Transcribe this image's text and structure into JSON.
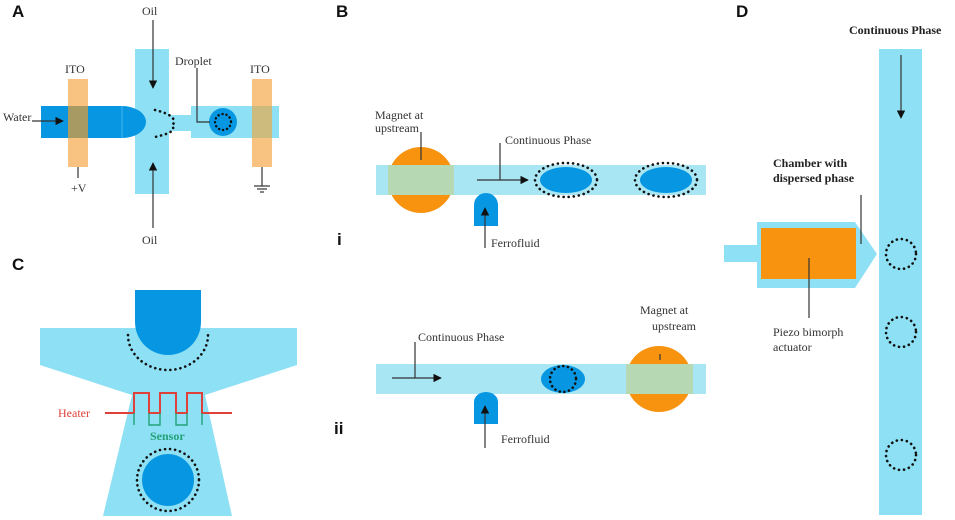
{
  "figure": {
    "panels": {
      "A": {
        "label": "A",
        "oil_top": "Oil",
        "oil_bottom": "Oil",
        "ito_left": "ITO",
        "ito_right": "ITO",
        "droplet": "Droplet",
        "water": "Water",
        "voltage": "+V",
        "icons": [
          "arrow-right-icon",
          "arrow-down-icon",
          "arrow-up-icon",
          "ground-icon"
        ]
      },
      "B": {
        "label": "B",
        "sub_i": {
          "label": "i",
          "magnet": [
            "Magnet at",
            "upstream"
          ],
          "continuous_phase": "Continuous Phase",
          "ferrofluid": "Ferrofluid"
        },
        "sub_ii": {
          "label": "ii",
          "magnet": [
            "Magnet at",
            "upstream"
          ],
          "continuous_phase": "Continuous Phase",
          "ferrofluid": "Ferrofluid"
        }
      },
      "C": {
        "label": "C",
        "heater": "Heater",
        "sensor": "Sensor"
      },
      "D": {
        "label": "D",
        "continuous_phase": "Continuous Phase",
        "chamber": [
          "Chamber with",
          "dispersed phase"
        ],
        "actuator": [
          "Piezo bimorph",
          "actuator"
        ]
      }
    },
    "colors": {
      "channel": "#a8e6f4",
      "droplet": "#0797e2",
      "ito": "#f7b96a",
      "magnet": "#f7930e",
      "heater": "#e0403a",
      "sensor": "#22a37a"
    }
  }
}
